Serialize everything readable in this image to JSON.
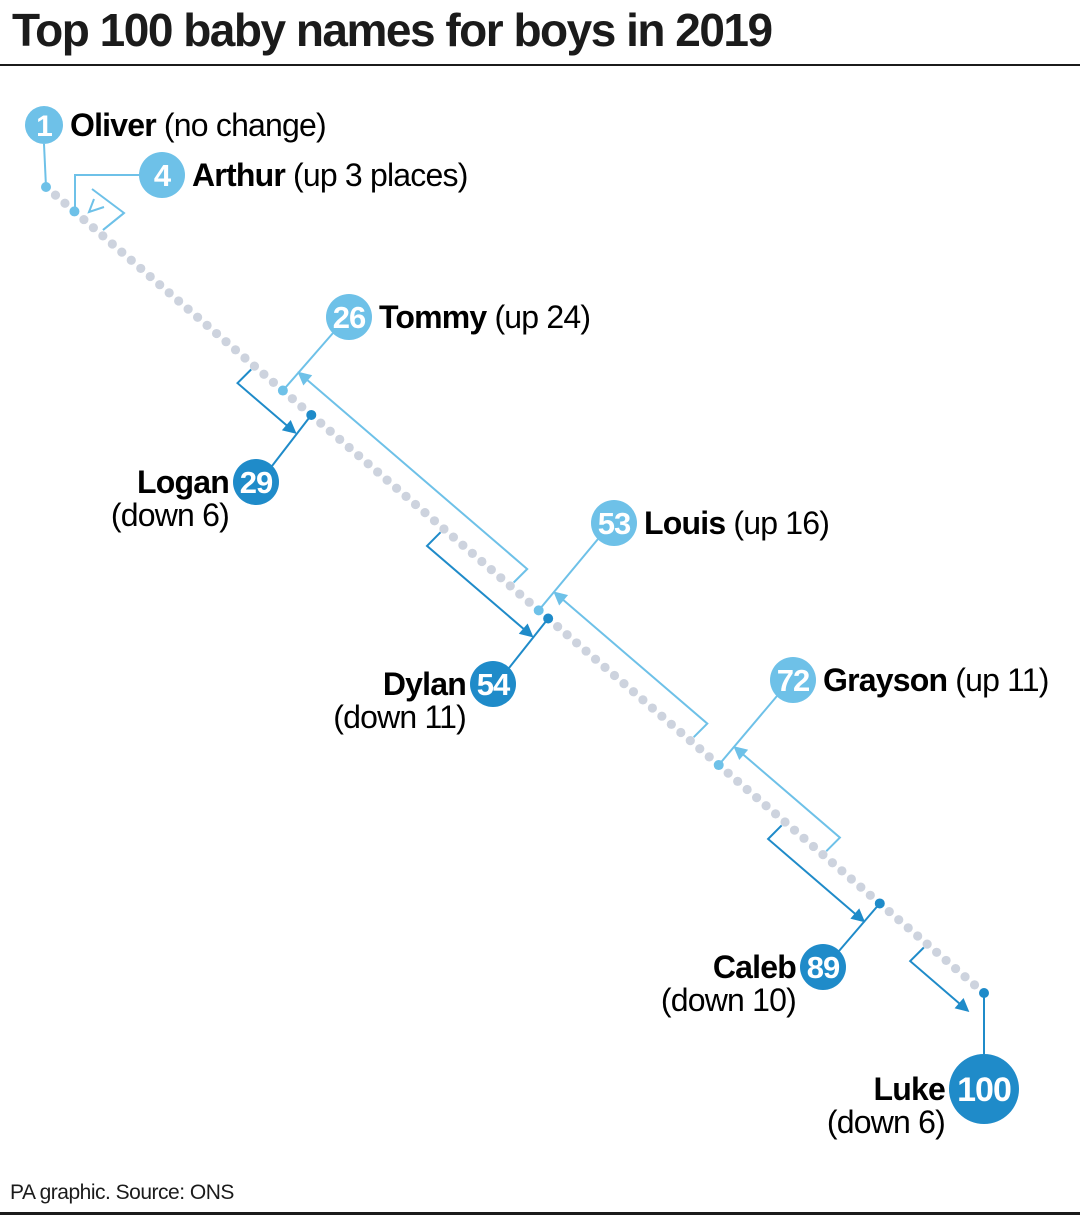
{
  "title": "Top 100 baby names for boys in 2019",
  "source": "PA graphic. Source: ONS",
  "colors": {
    "rising": "#6ec1e8",
    "falling": "#1f8bc9",
    "track": "#cdd3de",
    "text": "#1b1b1b"
  },
  "chart_data": {
    "type": "scatter",
    "title": "Top 100 baby names for boys in 2019",
    "x_axis": "rank",
    "range": [
      1,
      100
    ],
    "series": [
      {
        "name": "Oliver",
        "rank": 1,
        "change": "no change",
        "direction": "none"
      },
      {
        "name": "Arthur",
        "rank": 4,
        "change": "up 3 places",
        "direction": "up",
        "previous_rank": 7
      },
      {
        "name": "Tommy",
        "rank": 26,
        "change": "up 24",
        "direction": "up",
        "previous_rank": 50
      },
      {
        "name": "Logan",
        "rank": 29,
        "change": "down 6",
        "direction": "down",
        "previous_rank": 23
      },
      {
        "name": "Louis",
        "rank": 53,
        "change": "up 16",
        "direction": "up",
        "previous_rank": 69
      },
      {
        "name": "Dylan",
        "rank": 54,
        "change": "down 11",
        "direction": "down",
        "previous_rank": 43
      },
      {
        "name": "Grayson",
        "rank": 72,
        "change": "up 11",
        "direction": "up",
        "previous_rank": 83
      },
      {
        "name": "Caleb",
        "rank": 89,
        "change": "down 10",
        "direction": "down",
        "previous_rank": 79
      },
      {
        "name": "Luke",
        "rank": 100,
        "change": "down 6",
        "direction": "down",
        "previous_rank": 94
      }
    ]
  }
}
